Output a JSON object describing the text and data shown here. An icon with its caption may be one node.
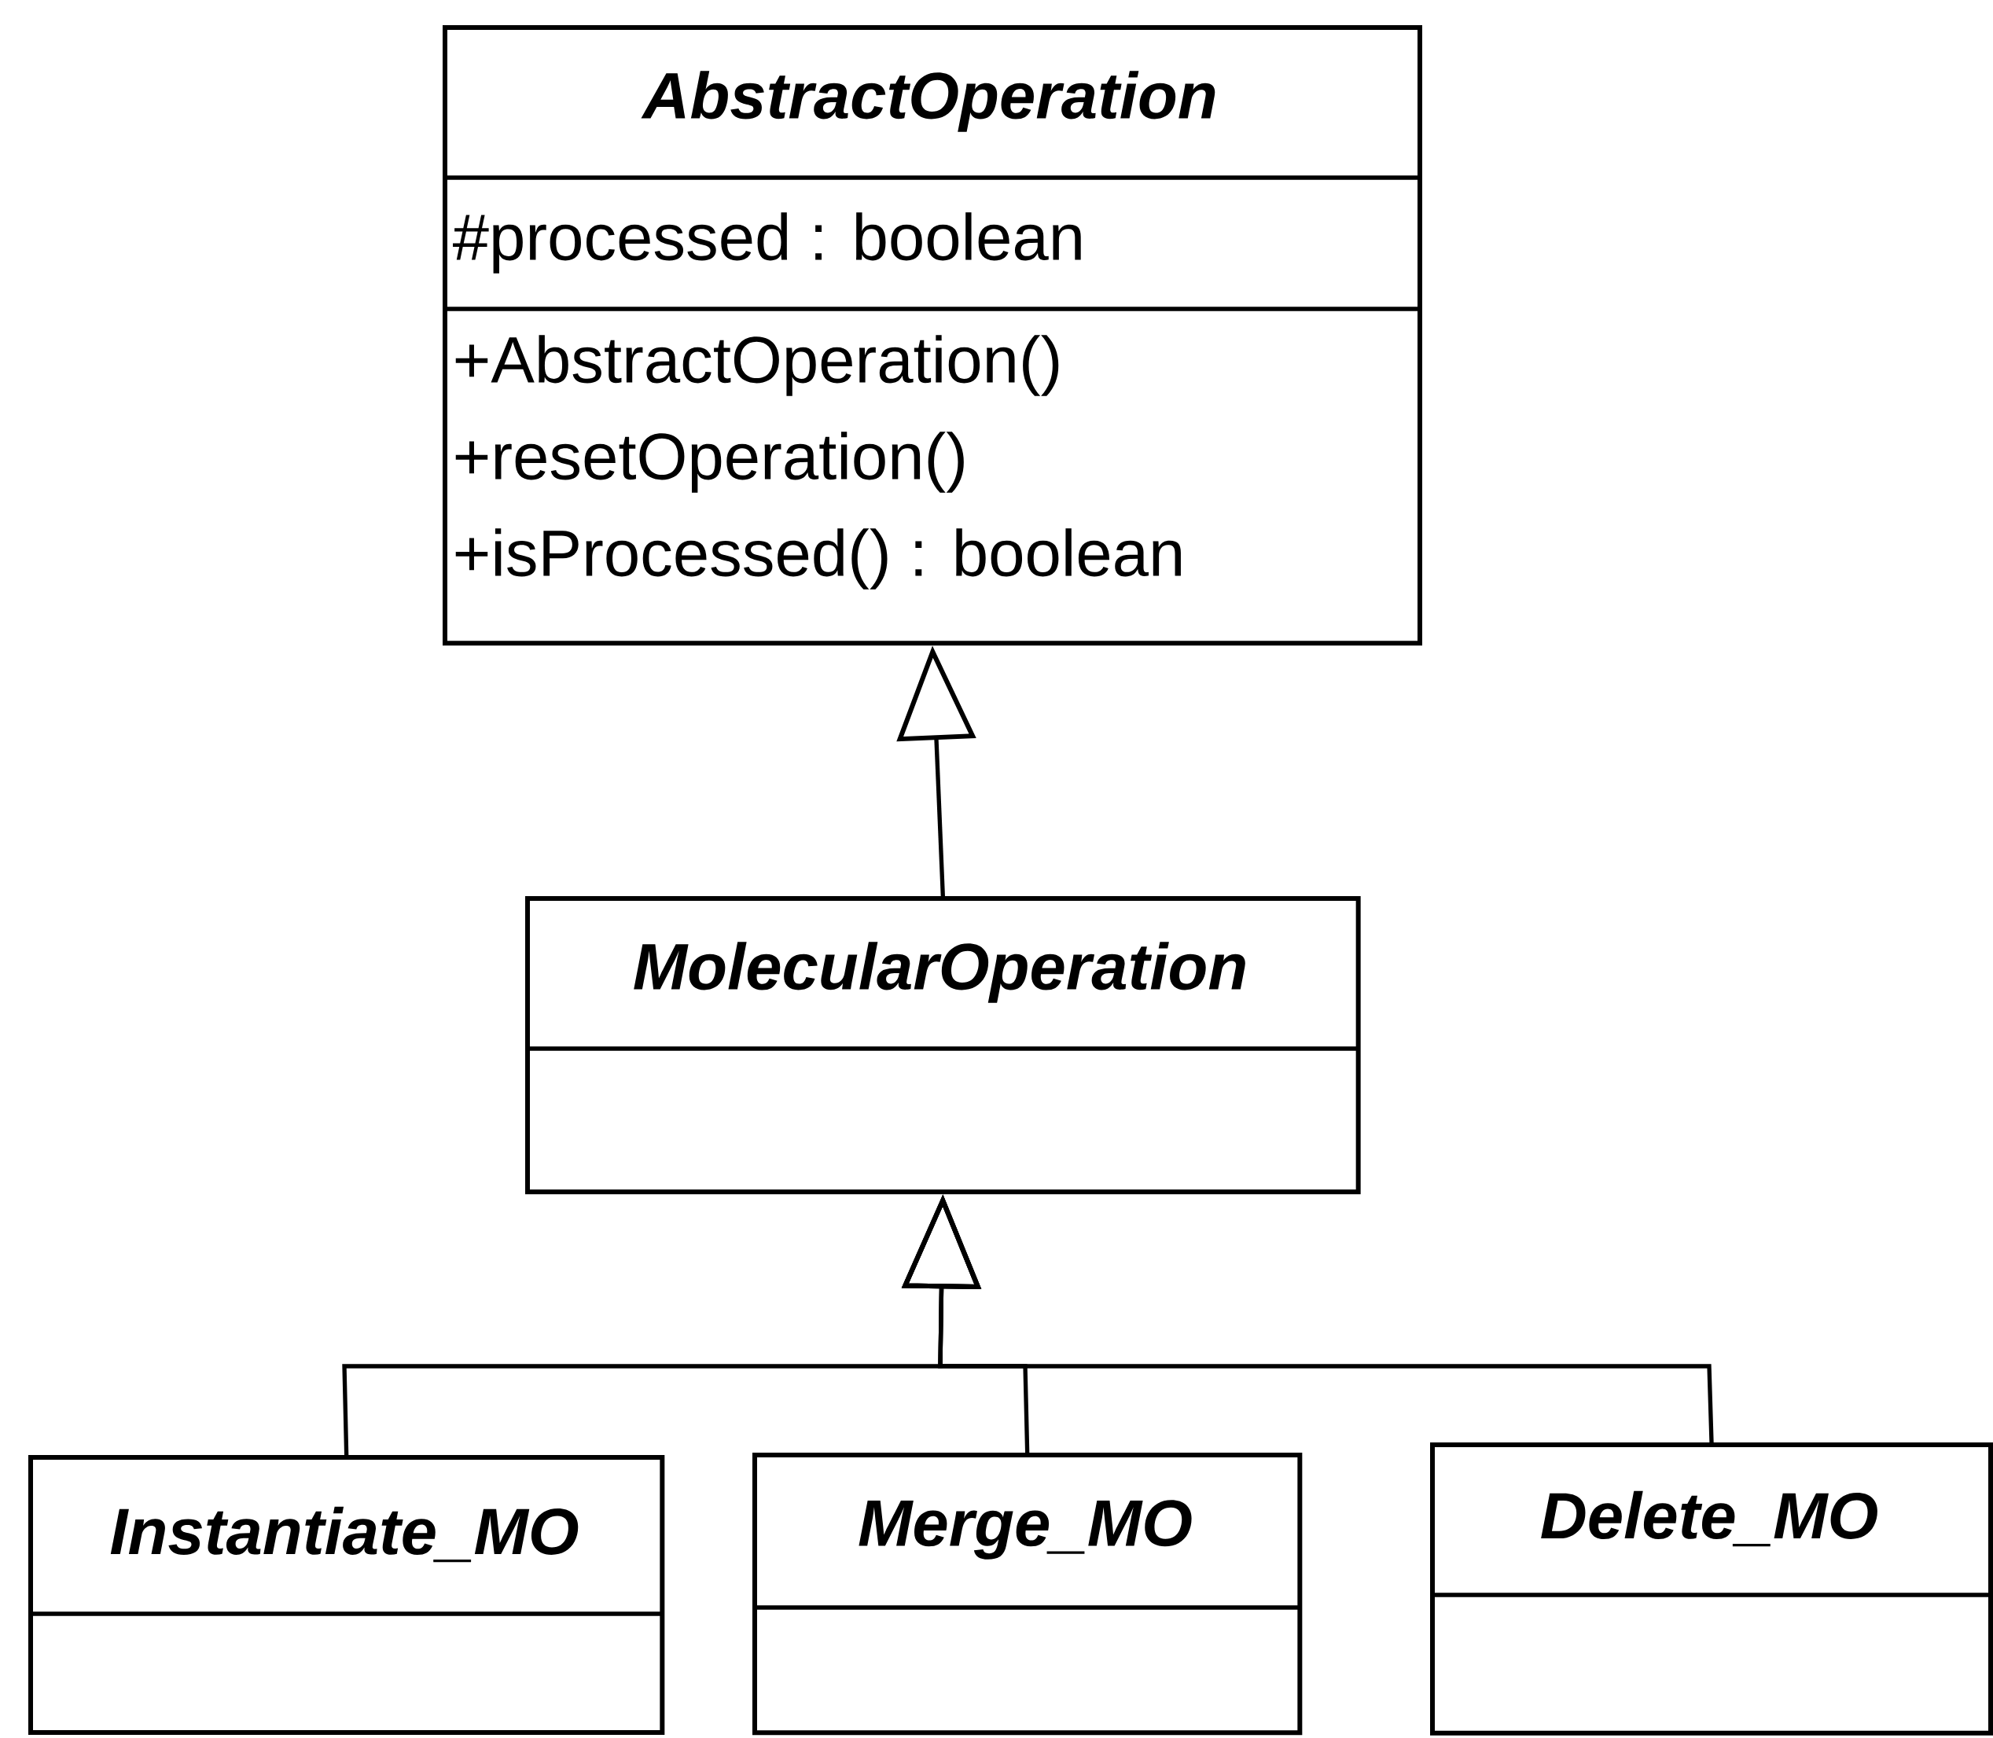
{
  "diagram": {
    "nodes": [
      {
        "text": [
          "AbstractOperation",
          "#processed : boolean",
          "+AbstractOperation()",
          "+resetOperation()",
          "+isProcessed() : boolean"
        ]
      },
      {
        "text": [
          "MolecularOperation"
        ]
      },
      {
        "text": [
          "Instantiate_MO"
        ]
      },
      {
        "text": [
          "Merge_MO"
        ]
      },
      {
        "text": [
          "Delete_MO"
        ]
      }
    ],
    "edges": [
      {
        "from": 1,
        "to": 0,
        "arrow": "to"
      },
      {
        "from": 2,
        "to": 1,
        "arrow": "to"
      },
      {
        "from": 3,
        "to": 1,
        "arrow": "to"
      },
      {
        "from": 4,
        "to": 1,
        "arrow": "to"
      }
    ]
  }
}
